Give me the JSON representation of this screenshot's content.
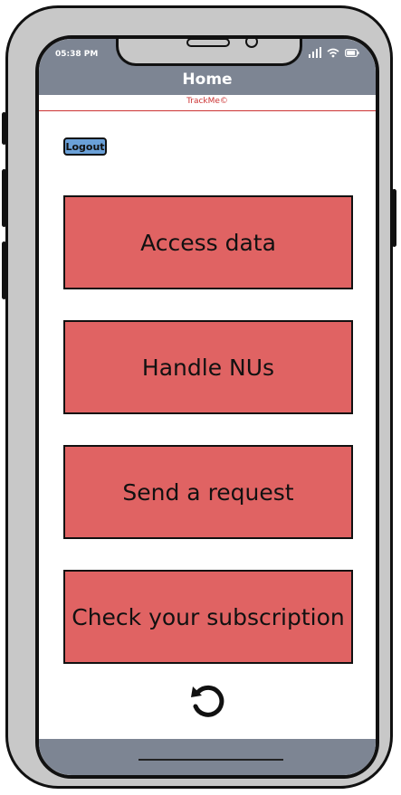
{
  "status_bar": {
    "time": "05:38 PM",
    "signal_icon": "signal-icon",
    "wifi_icon": "wifi-icon",
    "battery_icon": "battery-icon"
  },
  "header": {
    "title": "Home",
    "brand": "TrackMe©"
  },
  "logout_label": "Logout",
  "menu": [
    {
      "label": "Access data"
    },
    {
      "label": "Handle NUs"
    },
    {
      "label": "Send a request"
    },
    {
      "label": "Check your subscription"
    }
  ],
  "refresh_icon": "refresh-icon",
  "colors": {
    "bar": "#7d8593",
    "button": "#e06363",
    "logout": "#6aa0d8",
    "brand": "#cc3333"
  }
}
